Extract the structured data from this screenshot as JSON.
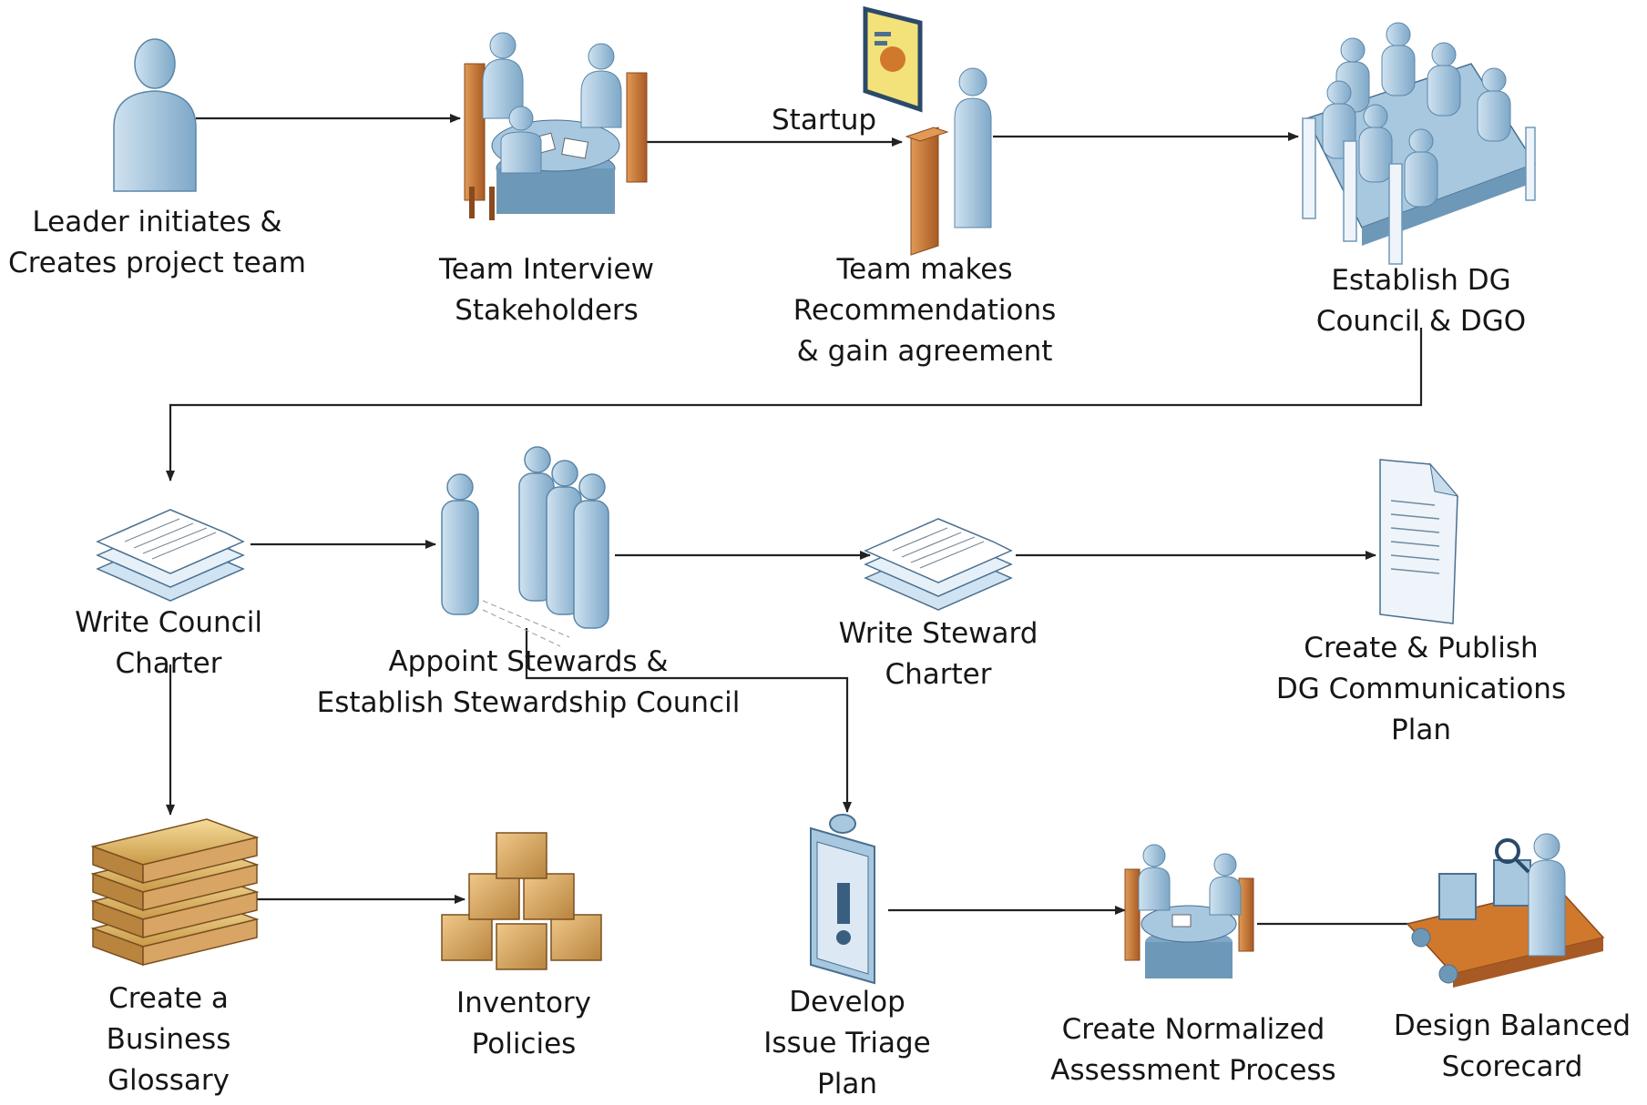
{
  "diagram": {
    "type": "process-flow",
    "colors": {
      "person_fill": "#a8c8e0",
      "person_stroke": "#5a86a8",
      "wood": "#c9773a",
      "wood_dark": "#8a4a1e",
      "doc_fill": "#eef4fa",
      "doc_stroke": "#4a6f8f",
      "box_fill": "#d8a564",
      "box_stroke": "#7a5020",
      "book_fill": "#e8c070",
      "arrow": "#222222",
      "text": "#161616"
    },
    "nodes": [
      {
        "id": "leader",
        "icon": "person-icon",
        "label_lines": [
          "Leader initiates &",
          "Creates project team"
        ]
      },
      {
        "id": "interview",
        "icon": "meeting-table-icon",
        "label_lines": [
          "Team Interview",
          "Stakeholders"
        ]
      },
      {
        "id": "recommend",
        "icon": "presenter-podium-icon",
        "label_lines": [
          "Team makes",
          "Recommendations",
          "& gain agreement"
        ]
      },
      {
        "id": "council",
        "icon": "council-table-icon",
        "label_lines": [
          "Establish DG",
          "Council & DGO"
        ]
      },
      {
        "id": "council-charter",
        "icon": "document-stack-icon",
        "label_lines": [
          "Write Council",
          "Charter"
        ]
      },
      {
        "id": "stewards",
        "icon": "stewards-group-icon",
        "label_lines": [
          "Appoint Stewards &",
          "Establish Stewardship Council"
        ]
      },
      {
        "id": "steward-charter",
        "icon": "document-stack-icon",
        "label_lines": [
          "Write Steward",
          "Charter"
        ]
      },
      {
        "id": "comms-plan",
        "icon": "document-icon",
        "label_lines": [
          "Create & Publish",
          "DG Communications",
          "Plan"
        ]
      },
      {
        "id": "glossary",
        "icon": "book-stack-icon",
        "label_lines": [
          "Create a",
          "Business",
          "Glossary"
        ]
      },
      {
        "id": "policies",
        "icon": "box-pyramid-icon",
        "label_lines": [
          "Inventory",
          "Policies"
        ]
      },
      {
        "id": "triage",
        "icon": "clipboard-alert-icon",
        "label_lines": [
          "Develop",
          "Issue Triage",
          "Plan"
        ]
      },
      {
        "id": "assessment",
        "icon": "meeting-table-icon",
        "label_lines": [
          "Create Normalized",
          "Assessment Process"
        ]
      },
      {
        "id": "scorecard",
        "icon": "inspector-conveyor-icon",
        "label_lines": [
          "Design Balanced",
          "Scorecard"
        ]
      }
    ],
    "edges": [
      {
        "from": "leader",
        "to": "interview",
        "label": ""
      },
      {
        "from": "interview",
        "to": "recommend",
        "label": "Startup"
      },
      {
        "from": "recommend",
        "to": "council",
        "label": ""
      },
      {
        "from": "council",
        "to": "council-charter",
        "label": ""
      },
      {
        "from": "council-charter",
        "to": "stewards",
        "label": ""
      },
      {
        "from": "stewards",
        "to": "steward-charter",
        "label": ""
      },
      {
        "from": "steward-charter",
        "to": "comms-plan",
        "label": ""
      },
      {
        "from": "council-charter",
        "to": "glossary",
        "label": ""
      },
      {
        "from": "glossary",
        "to": "policies",
        "label": ""
      },
      {
        "from": "stewards",
        "to": "triage",
        "label": ""
      },
      {
        "from": "triage",
        "to": "assessment",
        "label": ""
      },
      {
        "from": "assessment",
        "to": "scorecard",
        "label": ""
      }
    ]
  }
}
